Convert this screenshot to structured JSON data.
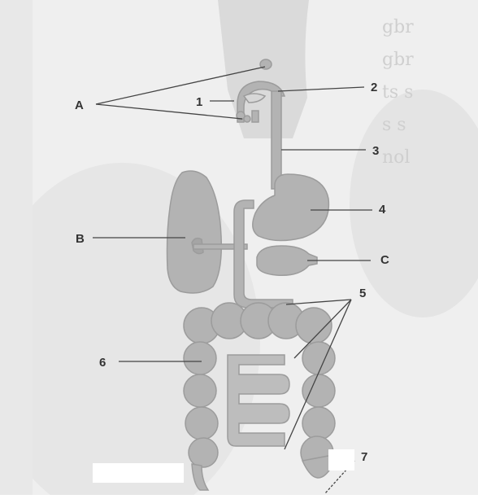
{
  "labels": {
    "A": "A",
    "B": "B",
    "C": "C",
    "n1": "1",
    "n2": "2",
    "n3": "3",
    "n4": "4",
    "n5": "5",
    "n6": "6",
    "n7": "7"
  },
  "colors": {
    "background": "#eeeeee",
    "organ": "#b3b3b3",
    "organ_outline": "#9a9a9a",
    "line": "#444444",
    "label_text": "#333333",
    "ghost_shadow": "#d4d4d4",
    "blank_box": "#ffffff"
  }
}
